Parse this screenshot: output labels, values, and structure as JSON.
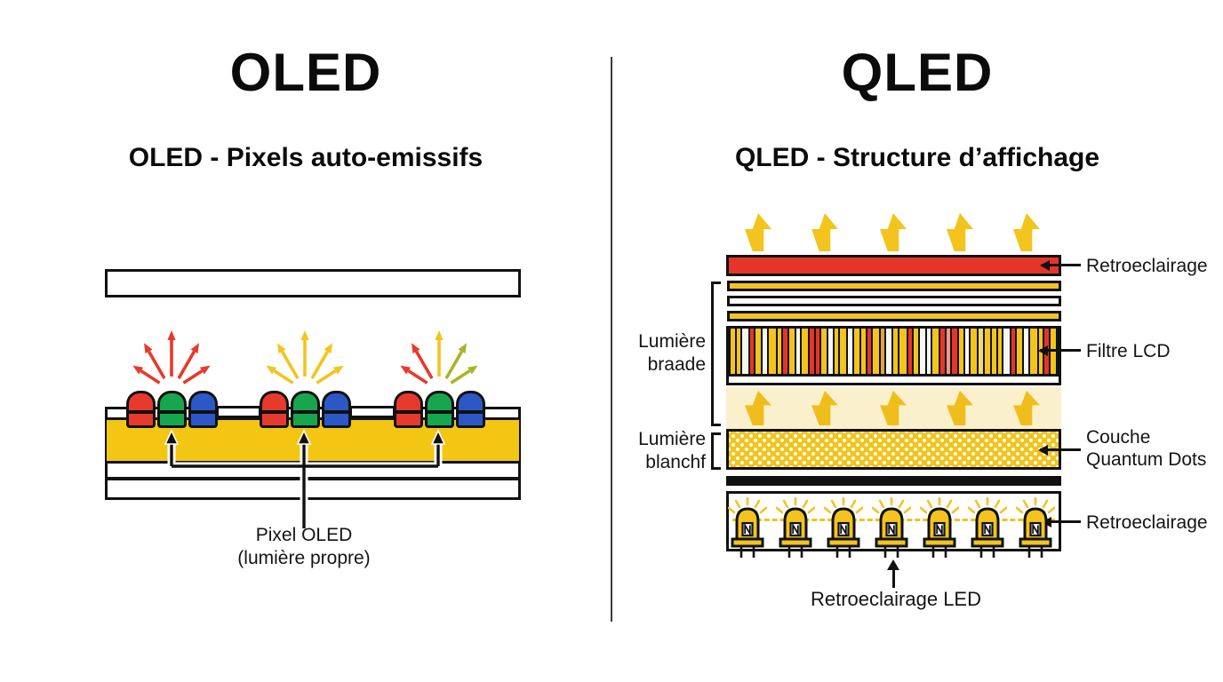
{
  "oled": {
    "title": "OLED",
    "subtitle": "OLED - Pixels auto-emissifs",
    "pixel_label_line1": "Pixel OLED",
    "pixel_label_line2": "(lumière propre)",
    "subpixel_colors": [
      "#E73A2E",
      "#17A64E",
      "#2C57C6"
    ],
    "groups": [
      {
        "arrow_colors": [
          "#E8392B",
          "#E8392B",
          "#E8392B",
          "#E8392B",
          "#E8392B"
        ]
      },
      {
        "arrow_colors": [
          "#F5C31D",
          "#F5C31D",
          "#F5C31D",
          "#F5C31D",
          "#F5C31D"
        ]
      },
      {
        "arrow_colors": [
          "#E8392B",
          "#E8392B",
          "#F5C31D",
          "#A9B427",
          "#A9B427"
        ]
      }
    ]
  },
  "qled": {
    "title": "QLED",
    "subtitle": "QLED - Structure d’affichage",
    "label_retro_top": "Retroeclairage",
    "label_filtre": "Filtre LCD",
    "label_couche_line1": "Couche",
    "label_couche_line2": "Quantum Dots",
    "label_retro_bottom": "Retroeclairage",
    "label_backlight_led": "Retroeclairage LED",
    "label_lumiere1_line1": "Lumière",
    "label_lumiere1_line2": "braade",
    "label_lumiere2_line1": "Lumière",
    "label_lumiere2_line2": "blanchf",
    "beam_arrow_count_top": 5,
    "beam_arrow_count_mid": 5,
    "led_count": 7,
    "colors": {
      "red": "#E5352B",
      "gold": "#F2C41D",
      "cream": "#FAF0CB",
      "ink": "#111111",
      "white": "#FFFFFF"
    },
    "filter_stripe_colors": [
      "#F2C41D",
      "#F2C41D",
      "#F7F7F2",
      "#E5352B",
      "#F2C41D",
      "#F7F7F2",
      "#F2C41D",
      "#F2C41D",
      "#E5352B",
      "#F2C41D",
      "#F7F7F2",
      "#F2C41D",
      "#E5352B",
      "#E5352B",
      "#F2C41D",
      "#F7F7F2",
      "#F2C41D",
      "#F2C41D",
      "#F7F7F2",
      "#F2C41D",
      "#F2C41D",
      "#E5352B",
      "#F2C41D",
      "#E2A23C",
      "#F7F7F2",
      "#F2C41D",
      "#F2C41D",
      "#E5352B",
      "#F2C41D",
      "#F7F7F2",
      "#F7F7F2",
      "#F2C41D",
      "#E5352B",
      "#F2968C",
      "#E5352B",
      "#F2C41D",
      "#F7F7F2",
      "#F2C41D",
      "#EFD978",
      "#F2C41D"
    ]
  }
}
